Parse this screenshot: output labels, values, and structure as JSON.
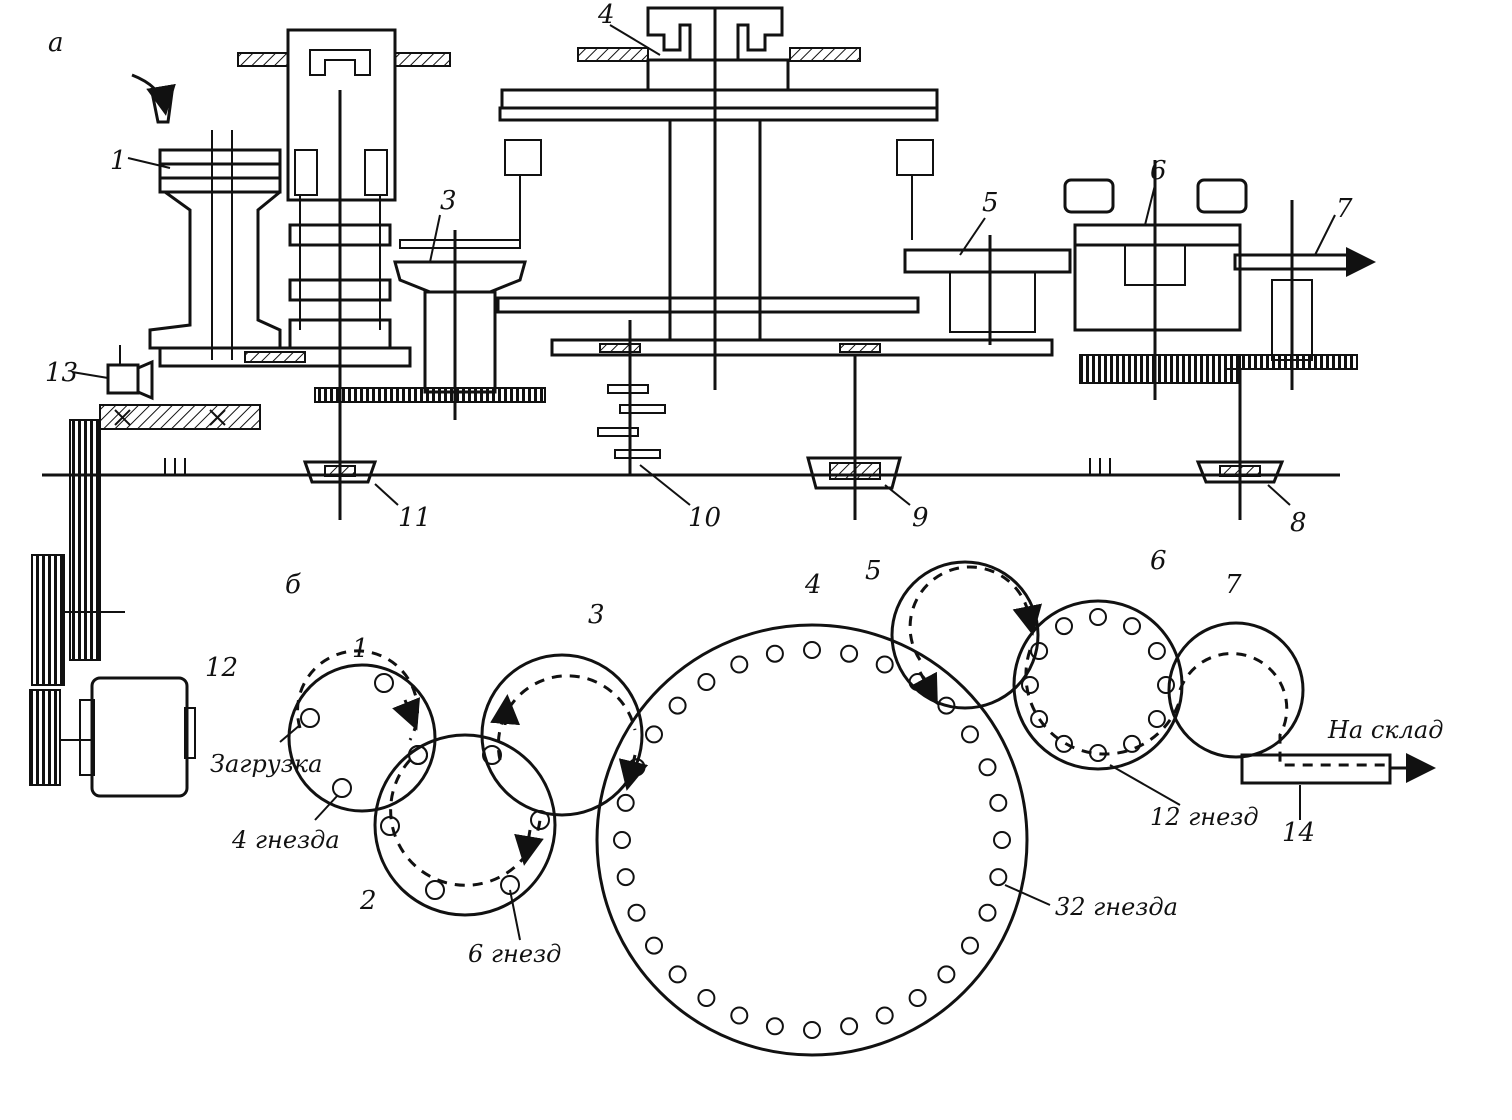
{
  "panel_a": {
    "label": "а",
    "part_labels": [
      "1",
      "3",
      "4",
      "5",
      "6",
      "7",
      "8",
      "9",
      "10",
      "11",
      "12",
      "13"
    ]
  },
  "panel_b": {
    "label": "б",
    "rotor_labels": [
      "1",
      "2",
      "3",
      "4",
      "5",
      "6",
      "7",
      "12",
      "14"
    ],
    "annotations": {
      "loading": "Загрузка",
      "nests_4": "4 гнезда",
      "nests_6": "6 гнезд",
      "nests_32": "32 гнезда",
      "nests_12": "12 гнезд",
      "to_storage": "На склад"
    }
  }
}
